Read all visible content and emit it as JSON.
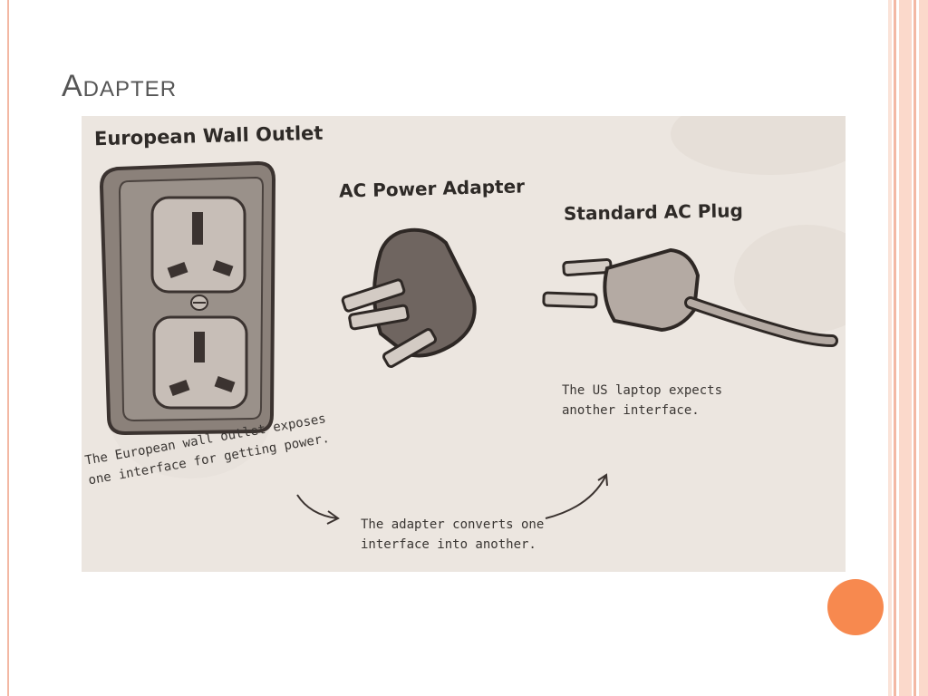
{
  "slide": {
    "title": "Adapter"
  },
  "figure": {
    "labels": {
      "outlet": "European Wall Outlet",
      "adapter": "AC Power Adapter",
      "plug": "Standard AC Plug"
    },
    "notes": {
      "outlet_line1": "The European wall outlet exposes",
      "outlet_line2": "one interface for getting power.",
      "adapter_line1": "The adapter converts one",
      "adapter_line2": "interface into another.",
      "laptop_line1": "The US laptop expects",
      "laptop_line2": "another interface."
    }
  },
  "colors": {
    "title": "#555555",
    "accent_circle": "#f7894f",
    "stripe_light": "#fbd9cb",
    "stripe_mid": "#f3b8a4",
    "figure_bg": "#ece6e0",
    "ink": "#3b3330"
  }
}
